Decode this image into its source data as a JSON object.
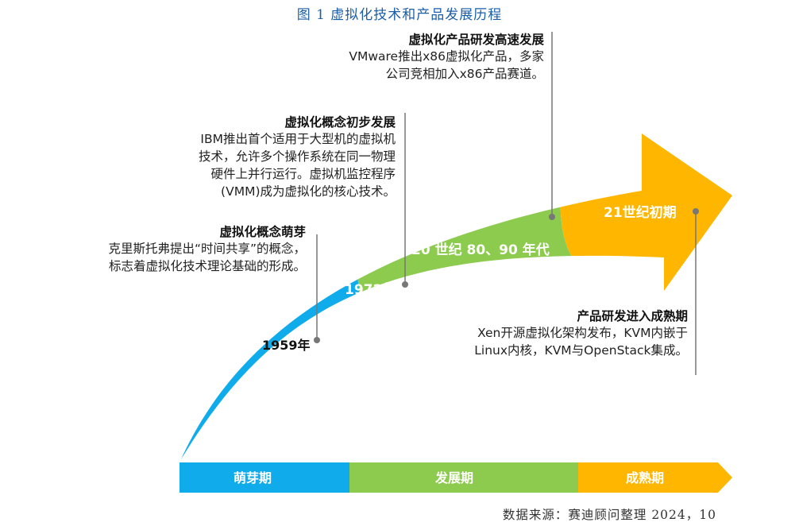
{
  "title": "图 1   虚拟化技术和产品发展历程",
  "colors": {
    "blue": "#10ABEB",
    "green": "#8CCB4E",
    "orange": "#FFB600",
    "line": "#777777"
  },
  "arrow": {
    "labels": {
      "y1959": "1959年",
      "y1972": "1972年",
      "y8090": "20 世纪 80、90 年代",
      "c21": "21世纪初期"
    }
  },
  "annotations": {
    "sprout": {
      "heading": "虚拟化概念萌芽",
      "lines": [
        "克里斯托弗提出“时间共享”的概念，",
        "标志着虚拟化技术理论基础的形成。"
      ]
    },
    "initial": {
      "heading": "虚拟化概念初步发展",
      "lines": [
        "IBM推出首个适用于大型机的虚拟机",
        "技术，允许多个操作系统在同一物理",
        "硬件上并行运行。虚拟机监控程序",
        "(VMM)成为虚拟化的核心技术。"
      ]
    },
    "rapid": {
      "heading": "虚拟化产品研发高速发展",
      "lines": [
        "VMware推出x86虚拟化产品，多家",
        "公司竞相加入x86产品赛道。"
      ]
    },
    "mature": {
      "heading": "产品研发进入成熟期",
      "lines": [
        "Xen开源虚拟化架构发布，KVM内嵌于",
        "Linux内核，KVM与OpenStack集成。"
      ]
    }
  },
  "phases": [
    {
      "label": "萌芽期",
      "color": "#10ABEB"
    },
    {
      "label": "发展期",
      "color": "#8CCB4E"
    },
    {
      "label": "成熟期",
      "color": "#FFB600"
    }
  ],
  "source": "数据来源：赛迪顾问整理   2024，10"
}
